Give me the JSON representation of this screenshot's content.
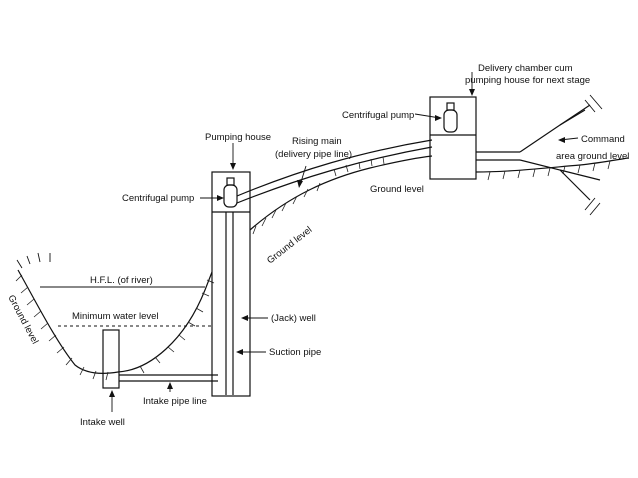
{
  "labels": {
    "delivery_chamber_line1": "Delivery chamber cum",
    "delivery_chamber_line2": "pumping house for next stage",
    "centrifugal_pump_top": "Centrifugal pump",
    "pumping_house": "Pumping house",
    "rising_main_line1": "Rising main",
    "rising_main_line2": "(delivery pipe line)",
    "centrifugal_pump_left": "Centrifugal pump",
    "ground_level_middle": "Ground level",
    "ground_level_slope": "Ground level",
    "command_line1": "Command",
    "command_line2": "area ground level",
    "hfl": "H.F.L. (of river)",
    "minimum_water_level": "Minimum water level",
    "ground_level_left": "Ground level",
    "jack_well": "(Jack) well",
    "suction_pipe": "Suction pipe",
    "intake_pipe_line": "Intake pipe line",
    "intake_well": "Intake well"
  }
}
